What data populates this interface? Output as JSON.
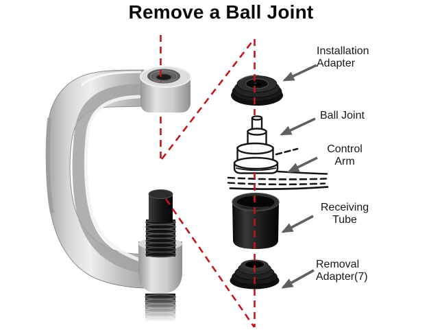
{
  "title": "Remove a Ball Joint",
  "colors": {
    "guide_line": "#c2161d",
    "arrow": "#5f6060",
    "text": "#161616",
    "background": "#ffffff"
  },
  "labels": [
    {
      "part": "installation-adapter",
      "line1": "Installation",
      "line2": "Adapter"
    },
    {
      "part": "ball-joint",
      "line1": "Ball Joint",
      "line2": ""
    },
    {
      "part": "control-arm",
      "line1": "Control",
      "line2": "Arm"
    },
    {
      "part": "receiving-tube",
      "line1": "Receiving",
      "line2": "Tube"
    },
    {
      "part": "removal-adapter",
      "line1": "Removal",
      "line2": "Adapter(7)"
    }
  ],
  "illustration": {
    "tool": "ball-joint-press-c-clamp",
    "parts": [
      "c-clamp-frame",
      "forcing-screw",
      "installation-adapter",
      "ball-joint",
      "control-arm",
      "receiving-tube",
      "removal-adapter"
    ]
  }
}
